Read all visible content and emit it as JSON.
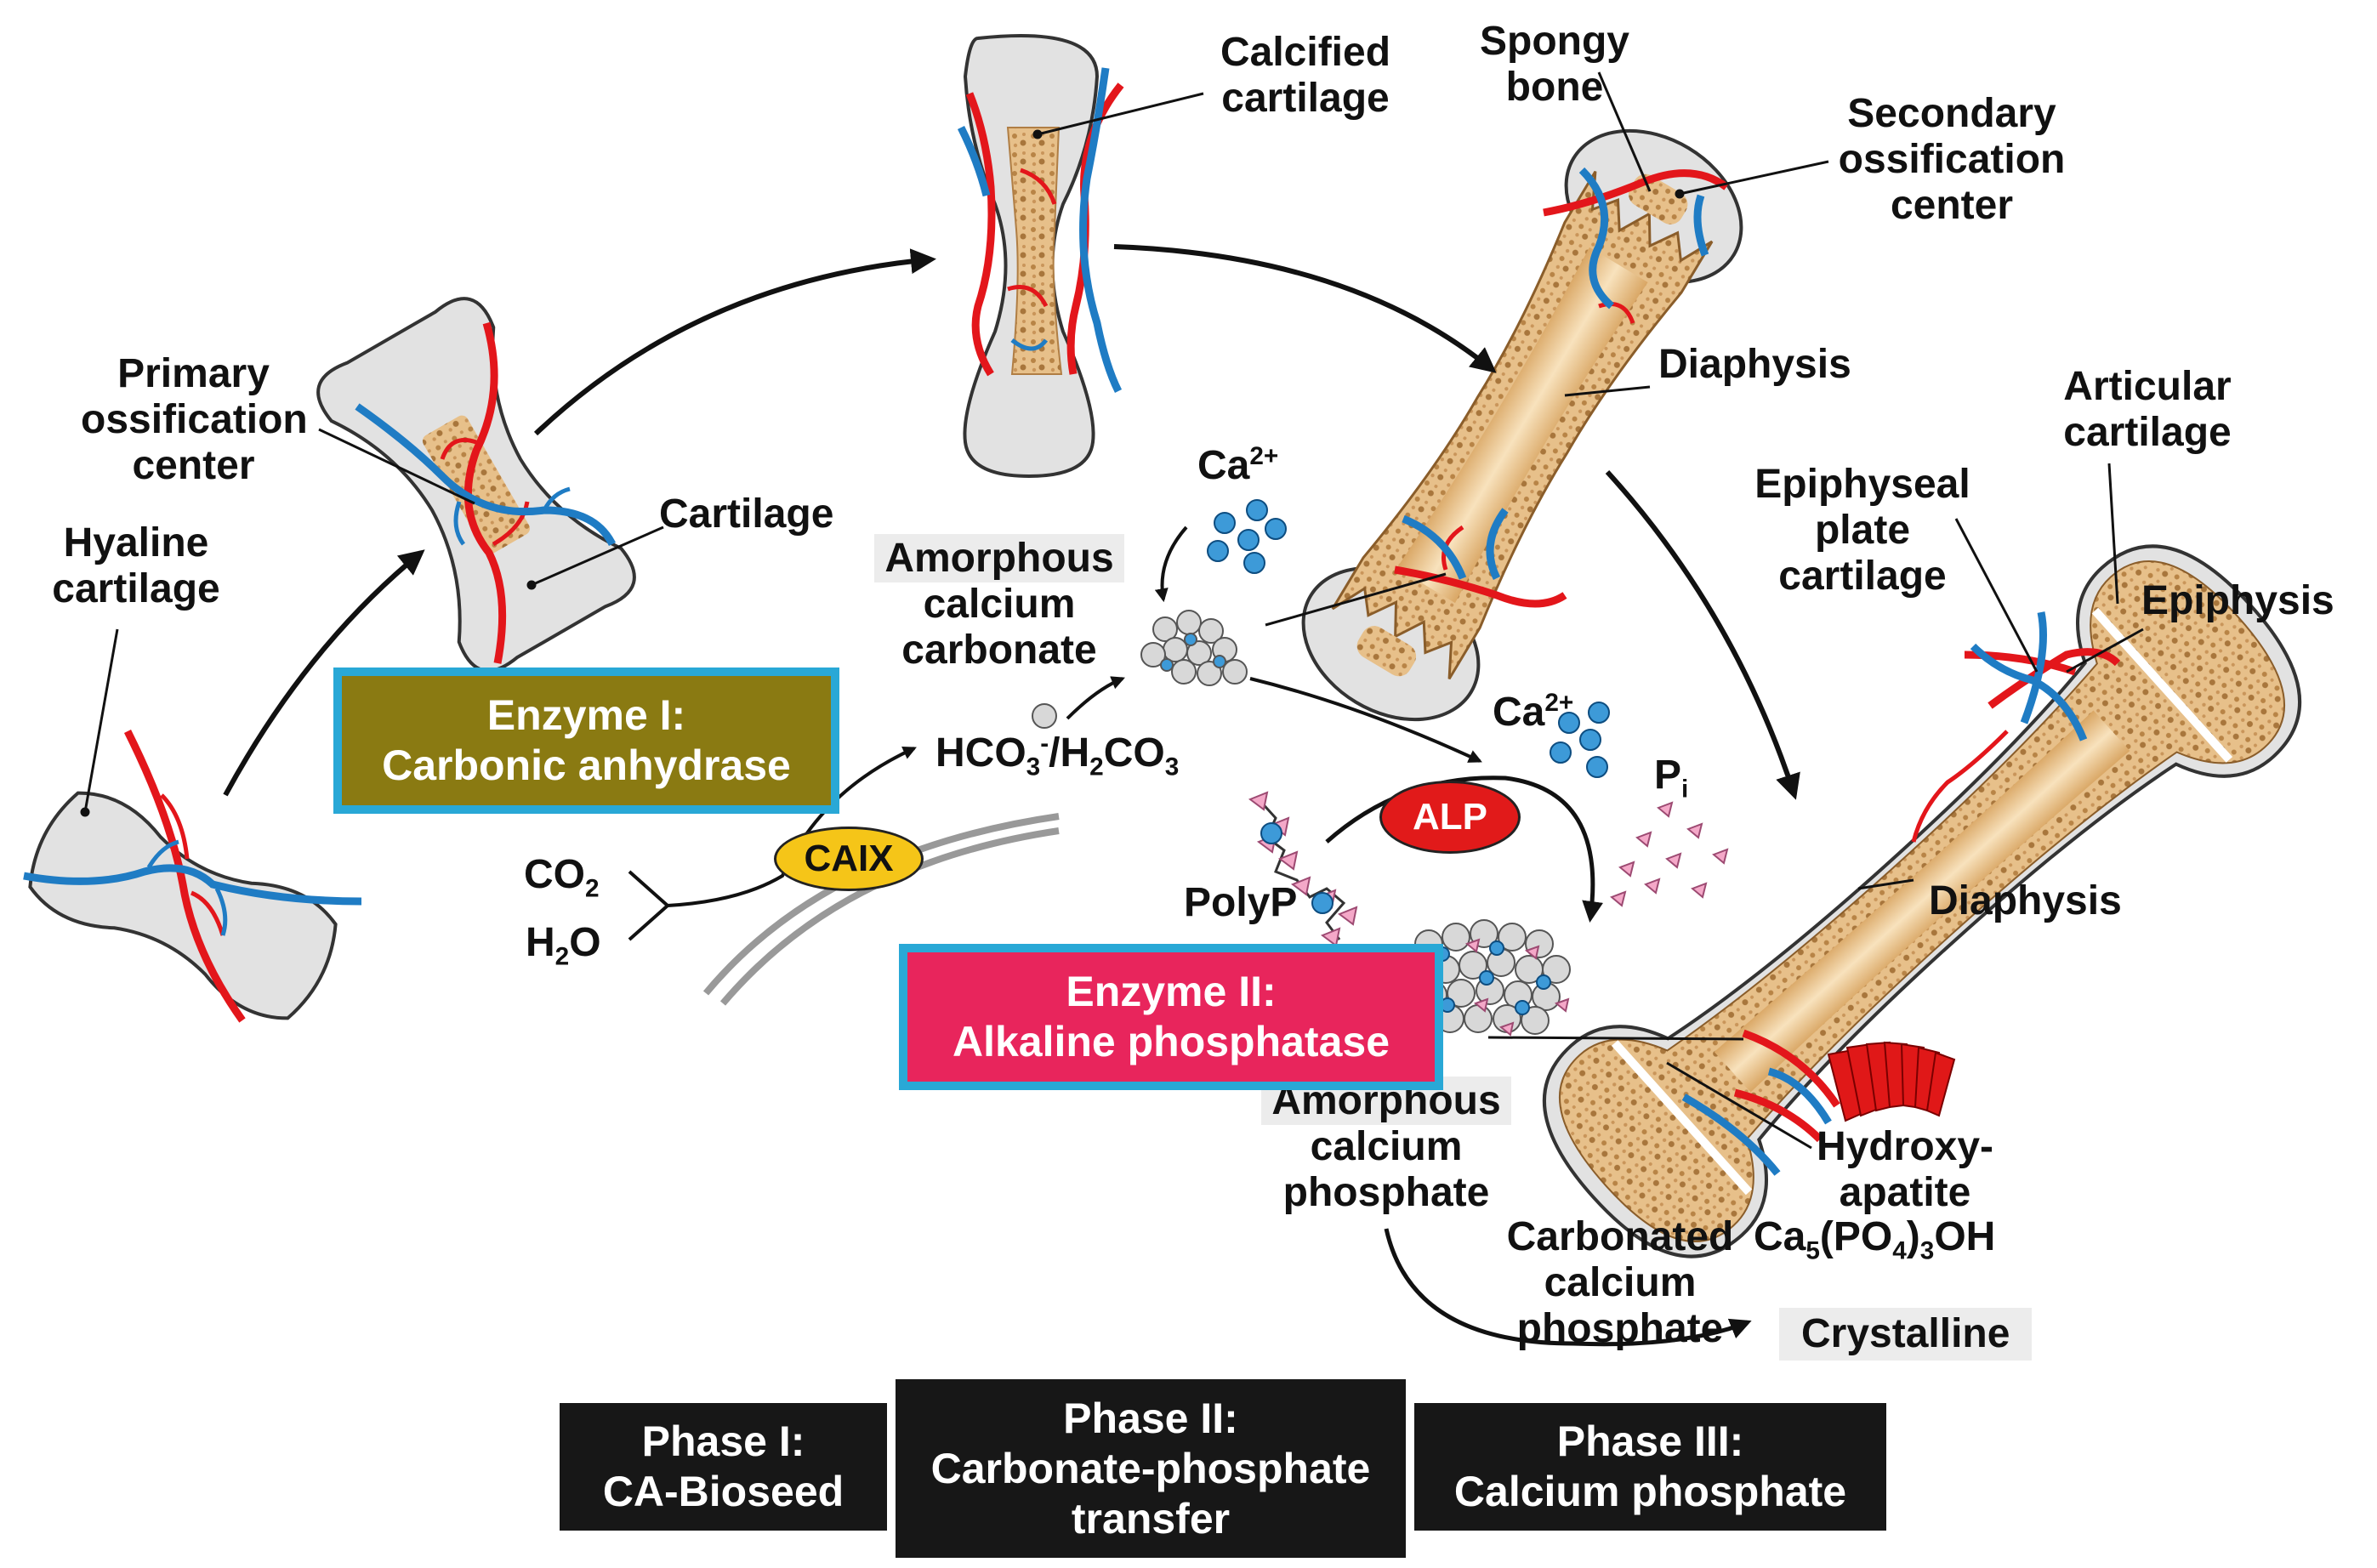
{
  "labels": {
    "hyaline_cartilage": [
      "Hyaline",
      "cartilage"
    ],
    "primary_ossification_center": [
      "Primary",
      "ossification",
      "center"
    ],
    "cartilage": "Cartilage",
    "calcified_cartilage": [
      "Calcified",
      "cartilage"
    ],
    "spongy_bone": [
      "Spongy",
      "bone"
    ],
    "secondary_ossification_center": [
      "Secondary",
      "ossification",
      "center"
    ],
    "diaphysis_top": "Diaphysis",
    "articular_cartilage": [
      "Articular",
      "cartilage"
    ],
    "epiphyseal_plate_cartilage": [
      "Epiphyseal",
      "plate",
      "cartilage"
    ],
    "epiphysis": "Epiphysis",
    "diaphysis_bottom": "Diaphysis",
    "amorphous_calcium_carbonate": [
      "Amorphous",
      "calcium",
      "carbonate"
    ],
    "amorphous_calcium_phosphate": [
      "Amorphous",
      "calcium",
      "phosphate"
    ],
    "carbonated_calcium_phosphate": [
      "Carbonated",
      "calcium",
      "phosphate"
    ],
    "crystalline": "Crystalline",
    "hydroxyapatite": [
      "Hydroxy-",
      "apatite"
    ],
    "polyp": "PolyP"
  },
  "chem": {
    "ca_top": {
      "base": "Ca",
      "sup": "2+"
    },
    "ca_mid": {
      "base": "Ca",
      "sup": "2+"
    },
    "pi": {
      "base": "P",
      "sub": "i"
    },
    "bicarbonate": {
      "a": "HCO",
      "a_sub": "3",
      "a_sup": "-",
      "b": "/H",
      "b_sub": "2",
      "c": "CO",
      "c_sub": "3"
    },
    "co2": {
      "base": "CO",
      "sub": "2"
    },
    "h2o": {
      "a": "H",
      "sub": "2",
      "b": "O"
    },
    "hydroxyapatite_formula": {
      "a": "Ca",
      "a_sub": "5",
      "b": "(PO",
      "b_sub": "4",
      "c": ")",
      "c_sub": "3",
      "d": "OH"
    }
  },
  "pills": {
    "caix": "CAIX",
    "alp": "ALP"
  },
  "enzymes": {
    "enzyme1": {
      "title": "Enzyme I:",
      "name": "Carbonic anhydrase"
    },
    "enzyme2": {
      "title": "Enzyme II:",
      "name": "Alkaline phosphatase"
    }
  },
  "phases": [
    {
      "line1": "Phase I:",
      "line2": "CA-Bioseed"
    },
    {
      "line1": "Phase II:",
      "line2": "Carbonate-phosphate",
      "line3": "transfer"
    },
    {
      "line1": "Phase III:",
      "line2": "Calcium phosphate"
    }
  ],
  "colors": {
    "vessel_red": "#e3161b",
    "vessel_blue": "#1f7cc4",
    "bone_fill": "#e9c48f",
    "cartilage_fill": "#e2e2e2",
    "ion_blue": "#3d9ad8",
    "phosphate_pink": "#f4a8c8",
    "crystal_red": "#e01818",
    "caix_yellow": "#f5c518",
    "alp_red": "#e11a1a"
  }
}
